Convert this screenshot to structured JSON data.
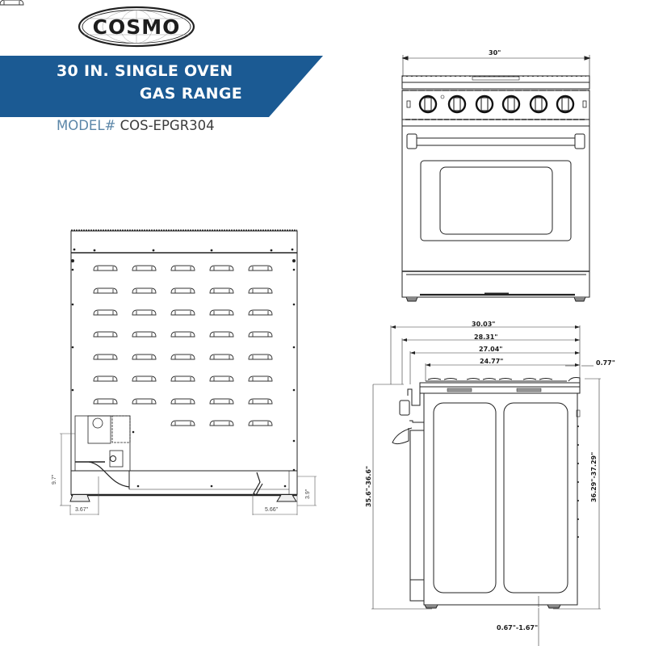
{
  "brand": {
    "logo_text": "COSMO",
    "accent_color": "#1b5a93",
    "title_line1": "30 IN. SINGLE OVEN",
    "title_line2": "GAS RANGE",
    "model_label": "MODEL#",
    "model_value": "COS-EPGR304",
    "model_label_color": "#5b86a8",
    "model_value_color": "#3c3c3c"
  },
  "front_view": {
    "width_label": "30\"",
    "knob_count": 6
  },
  "back_view": {
    "vent_rows": 8,
    "vent_cols": 5,
    "dims": {
      "left_height": "9.7\"",
      "left_foot_offset": "3.67\"",
      "right_foot_offset": "5.66\"",
      "right_height": "3.9\""
    }
  },
  "side_view": {
    "dims": {
      "overall_depth": "30.03\"",
      "depth_2": "28.31\"",
      "depth_3": "27.04\"",
      "cooktop_depth": "24.77\"",
      "top_offset": "0.77\"",
      "height_body": "35.6\"-36.6\"",
      "height_overall": "36.29\"-37.29\"",
      "leg_adjust": "0.67\"-1.67\""
    }
  }
}
